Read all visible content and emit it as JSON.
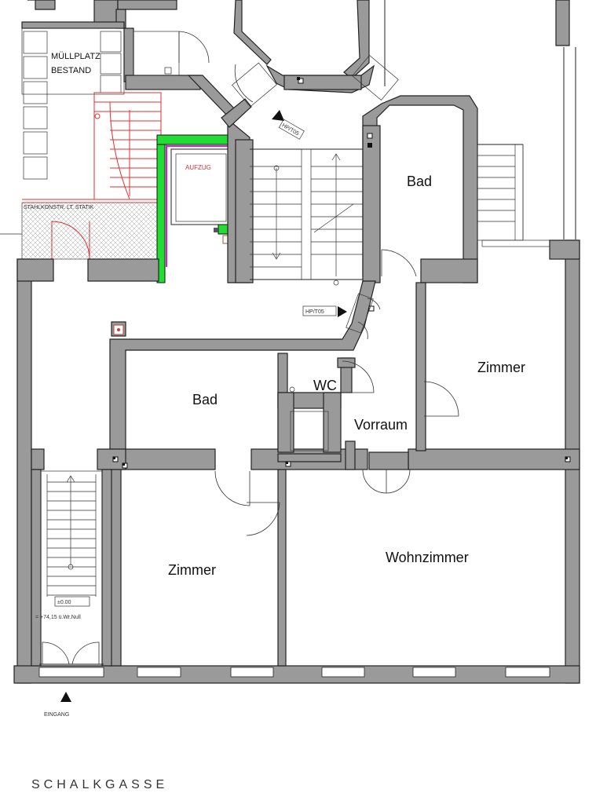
{
  "rooms": {
    "bad_top": "Bad",
    "zimmer_right": "Zimmer",
    "wc": "WC",
    "vorraum": "Vorraum",
    "bad_mid": "Bad",
    "zimmer_left": "Zimmer",
    "wohnzimmer": "Wohnzimmer"
  },
  "labels": {
    "muellplatz_line1": "MÜLLPLATZ",
    "muellplatz_line2": "BESTAND",
    "aufzug": "AUFZUG",
    "stahlkonstr": "STAHLKONSTR. LT. STATIK",
    "hp_t05_top": "HP/T05",
    "hp_t05_mid": "HP/T05",
    "level": "±0.00",
    "level_abs": "= +74,15 ü.Wr.Null",
    "eingang": "EINGANG",
    "street": "SCHALKGASSE"
  },
  "colors": {
    "wall": "#9a9a9a",
    "elevator_wall": "#22dd33",
    "stair_red": "#e03030",
    "magenta": "#d020d0"
  }
}
